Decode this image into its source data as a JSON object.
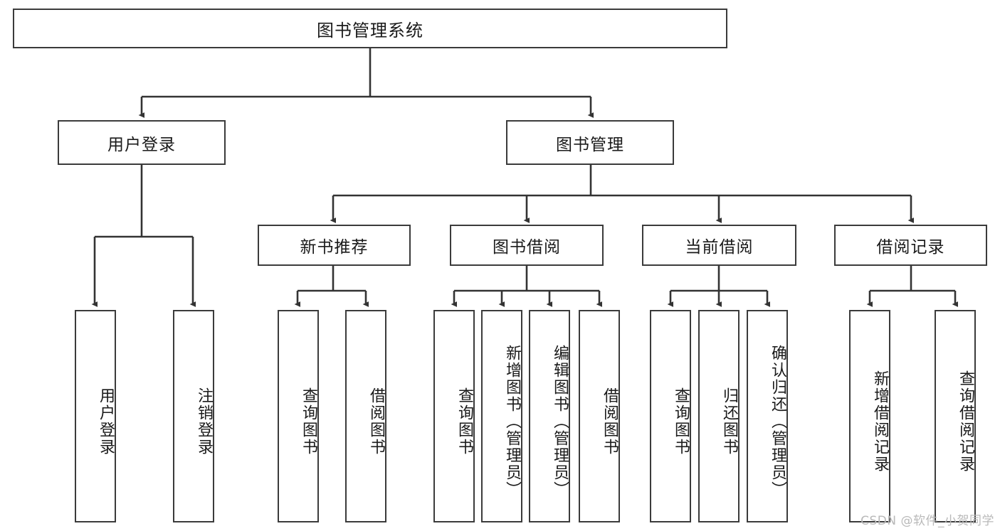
{
  "diagram": {
    "title": "图书管理系统",
    "watermark": "CSDN @软件_小贺同学",
    "colors": {
      "box_border": "#3b3b3b",
      "box_fill": "#ffffff",
      "connector": "#333333",
      "text": "#1a1a1a",
      "watermark": "#b9b9b9",
      "background": "#ffffff"
    },
    "root": {
      "label": "图书管理系统"
    },
    "level2": [
      {
        "id": "user-login",
        "label": "用户登录"
      },
      {
        "id": "book-management",
        "label": "图书管理"
      }
    ],
    "level3": [
      {
        "id": "new-book-recommend",
        "label": "新书推荐"
      },
      {
        "id": "book-borrow",
        "label": "图书借阅"
      },
      {
        "id": "current-borrow",
        "label": "当前借阅"
      },
      {
        "id": "borrow-record",
        "label": "借阅记录"
      }
    ],
    "leaves": {
      "user_login": [
        {
          "id": "leaf-user-login",
          "label": "用户登录"
        },
        {
          "id": "leaf-logout",
          "label": "注销登录"
        }
      ],
      "new_book_recommend": [
        {
          "id": "leaf-query-book-1",
          "label": "查询图书"
        },
        {
          "id": "leaf-borrow-book-1",
          "label": "借阅图书"
        }
      ],
      "book_borrow": [
        {
          "id": "leaf-query-book-2",
          "label": "查询图书"
        },
        {
          "id": "leaf-add-book",
          "label": "新增图书（管理员）"
        },
        {
          "id": "leaf-edit-book",
          "label": "编辑图书（管理员）"
        },
        {
          "id": "leaf-borrow-book-2",
          "label": "借阅图书"
        }
      ],
      "current_borrow": [
        {
          "id": "leaf-query-book-3",
          "label": "查询图书"
        },
        {
          "id": "leaf-return-book",
          "label": "归还图书"
        },
        {
          "id": "leaf-confirm-return",
          "label": "确认归还（管理员）"
        }
      ],
      "borrow_record": [
        {
          "id": "leaf-add-record",
          "label": "新增借阅记录"
        },
        {
          "id": "leaf-query-record",
          "label": "查询借阅记录"
        }
      ]
    }
  }
}
